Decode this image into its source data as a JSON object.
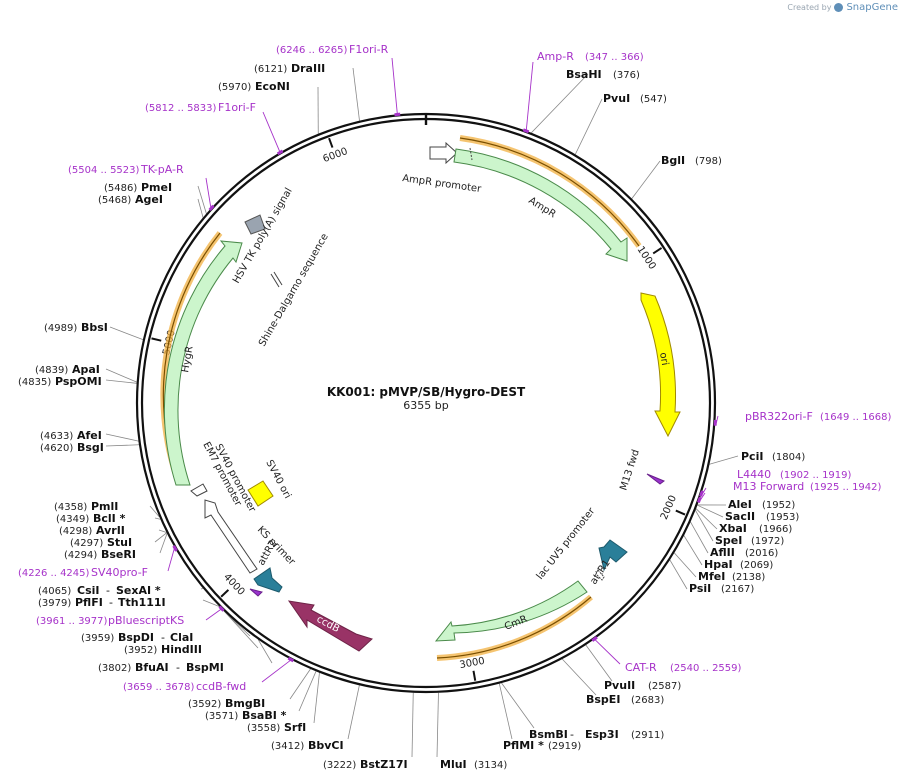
{
  "credit": {
    "prefix": "Created by",
    "brand": "SnapGene"
  },
  "plasmid": {
    "name": "KK001: pMVP/SB/Hygro-DEST",
    "length_text": "6355 bp",
    "length": 6355
  },
  "ticks": [
    "1000",
    "2000",
    "3000",
    "4000",
    "5000",
    "6000"
  ],
  "features": [
    {
      "name": "AmpR promoter",
      "kind": "promoter",
      "color": "#ffffff"
    },
    {
      "name": "AmpR",
      "kind": "cds",
      "color": "#ccf5cc"
    },
    {
      "name": "ori",
      "kind": "ori",
      "color": "#ffff00"
    },
    {
      "name": "M13 fwd",
      "kind": "primer-bind",
      "color": "#9933cc"
    },
    {
      "name": "attR1",
      "kind": "recomb",
      "color": "#2a7f99"
    },
    {
      "name": "lac UV5 promoter",
      "kind": "promoter",
      "color": "#ffffff"
    },
    {
      "name": "CmR",
      "kind": "cds",
      "color": "#ccf5cc"
    },
    {
      "name": "ccdB",
      "kind": "cds",
      "color": "#993366"
    },
    {
      "name": "attR2",
      "kind": "recomb",
      "color": "#2a7f99"
    },
    {
      "name": "KS primer",
      "kind": "primer-bind",
      "color": "#9933cc"
    },
    {
      "name": "EM7 promoter",
      "kind": "promoter",
      "color": "#ffffff"
    },
    {
      "name": "SV40 promoter",
      "kind": "promoter",
      "color": "#ffffff"
    },
    {
      "name": "SV40 ori",
      "kind": "ori",
      "color": "#ffff00"
    },
    {
      "name": "HygR",
      "kind": "cds",
      "color": "#ccf5cc"
    },
    {
      "name": "Shine-Dalgarno sequence",
      "kind": "rbs",
      "color": "#666666"
    },
    {
      "name": "HSV TK poly(A) signal",
      "kind": "terminator",
      "color": "#999999"
    }
  ],
  "sites": [
    {
      "name": "BsaHI",
      "pos": "(376)"
    },
    {
      "name": "PvuI",
      "pos": "(547)"
    },
    {
      "name": "BglI",
      "pos": "(798)"
    },
    {
      "name": "PciI",
      "pos": "(1804)"
    },
    {
      "name": "AleI",
      "pos": "(1952)"
    },
    {
      "name": "SacII",
      "pos": "(1953)"
    },
    {
      "name": "XbaI",
      "pos": "(1966)"
    },
    {
      "name": "SpeI",
      "pos": "(1972)"
    },
    {
      "name": "AflII",
      "pos": "(2016)"
    },
    {
      "name": "HpaI",
      "pos": "(2069)"
    },
    {
      "name": "MfeI",
      "pos": "(2138)"
    },
    {
      "name": "PsiI",
      "pos": "(2167)"
    },
    {
      "name": "PvuII",
      "pos": "(2587)"
    },
    {
      "name": "BspEI",
      "pos": "(2683)"
    },
    {
      "name": "BsmBI",
      "sep": "-",
      "name2": "Esp3I",
      "pos": "(2911)"
    },
    {
      "name": "PflMI *",
      "pos": "(2919)"
    },
    {
      "name": "MluI",
      "pos": "(3134)"
    },
    {
      "name": "BstZ17I",
      "pos": "(3222)"
    },
    {
      "name": "BbvCI",
      "pos": "(3412)"
    },
    {
      "name": "SrfI",
      "pos": "(3558)"
    },
    {
      "name": "BsaBI *",
      "pos": "(3571)"
    },
    {
      "name": "BmgBI",
      "pos": "(3592)"
    },
    {
      "name": "BfuAI",
      "sep": "-",
      "name2": "BspMI",
      "pos": "(3802)"
    },
    {
      "name": "HindIII",
      "pos": "(3952)"
    },
    {
      "name": "BspDI",
      "sep": "-",
      "name2": "ClaI",
      "pos": "(3959)"
    },
    {
      "name": "PflFI",
      "sep": "-",
      "name2": "Tth111I",
      "pos": "(3979)"
    },
    {
      "name": "CsiI",
      "sep": "-",
      "name2": "SexAI *",
      "pos": "(4065)"
    },
    {
      "name": "BseRI",
      "pos": "(4294)"
    },
    {
      "name": "StuI",
      "pos": "(4297)"
    },
    {
      "name": "AvrII",
      "pos": "(4298)"
    },
    {
      "name": "BclI *",
      "pos": "(4349)"
    },
    {
      "name": "PmlI",
      "pos": "(4358)"
    },
    {
      "name": "BsgI",
      "pos": "(4620)"
    },
    {
      "name": "AfeI",
      "pos": "(4633)"
    },
    {
      "name": "PspOMI",
      "pos": "(4835)"
    },
    {
      "name": "ApaI",
      "pos": "(4839)"
    },
    {
      "name": "BbsI",
      "pos": "(4989)"
    },
    {
      "name": "AgeI",
      "pos": "(5468)"
    },
    {
      "name": "PmeI",
      "pos": "(5486)"
    },
    {
      "name": "EcoNI",
      "pos": "(5970)"
    },
    {
      "name": "DraIII",
      "pos": "(6121)"
    }
  ],
  "primers": [
    {
      "name": "Amp-R",
      "pos": "(347 .. 366)"
    },
    {
      "name": "pBR322ori-F",
      "pos": "(1649 .. 1668)"
    },
    {
      "name": "L4440",
      "pos": "(1902 .. 1919)"
    },
    {
      "name": "M13 Forward",
      "pos": "(1925 .. 1942)"
    },
    {
      "name": "CAT-R",
      "pos": "(2540 .. 2559)"
    },
    {
      "name": "ccdB-fwd",
      "pos": "(3659 .. 3678)"
    },
    {
      "name": "pBluescriptKS",
      "pos": "(3961 .. 3977)"
    },
    {
      "name": "SV40pro-F",
      "pos": "(4226 .. 4245)"
    },
    {
      "name": "TK-pA-R",
      "pos": "(5504 .. 5523)"
    },
    {
      "name": "F1ori-F",
      "pos": "(5812 .. 5833)"
    },
    {
      "name": "F1ori-R",
      "pos": "(6246 .. 6265)"
    }
  ],
  "colors": {
    "backbone": "#111111",
    "primer": "#a632c9",
    "highlight": "#f0a020",
    "leader": "#888888"
  }
}
